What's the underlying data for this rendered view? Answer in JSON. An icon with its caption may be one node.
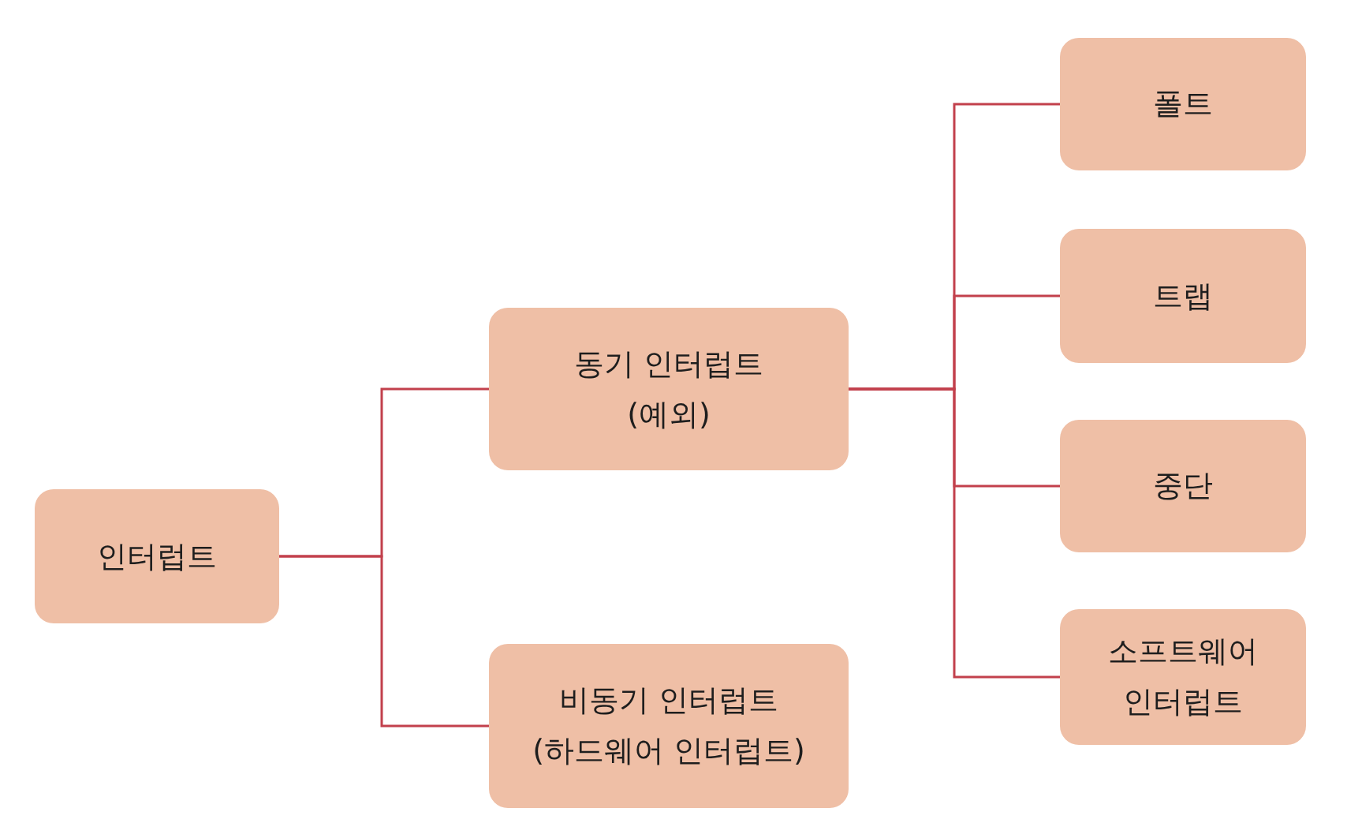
{
  "diagram": {
    "nodes": [
      {
        "text": [
          "인터럽트"
        ]
      },
      {
        "text": [
          "동기 인터럽트 (예외)"
        ]
      },
      {
        "text": [
          "비동기 인터럽트 (하드웨어 인터럽트)"
        ]
      },
      {
        "text": [
          "폴트"
        ]
      },
      {
        "text": [
          "트랩"
        ]
      },
      {
        "text": [
          "중단"
        ]
      },
      {
        "text": [
          "소프트웨어 인터럽트"
        ]
      }
    ],
    "edges": [
      {
        "from": 0,
        "to": 1,
        "arrow": "none"
      },
      {
        "from": 0,
        "to": 2,
        "arrow": "none"
      },
      {
        "from": 1,
        "to": 3,
        "arrow": "none"
      },
      {
        "from": 1,
        "to": 4,
        "arrow": "none"
      },
      {
        "from": 1,
        "to": 5,
        "arrow": "none"
      },
      {
        "from": 1,
        "to": 6,
        "arrow": "none"
      }
    ]
  }
}
